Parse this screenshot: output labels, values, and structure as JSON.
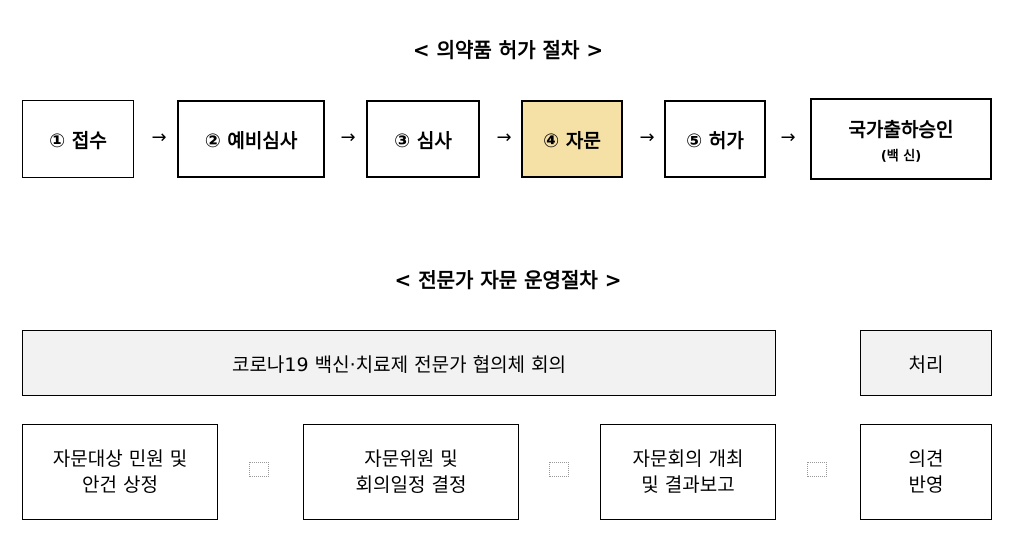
{
  "permit_procedure": {
    "title": "< 의약품 허가 절차 >",
    "steps": [
      {
        "label": "① 접수"
      },
      {
        "label": "② 예비심사"
      },
      {
        "label": "③ 심사"
      },
      {
        "label": "④ 자문"
      },
      {
        "label": "⑤ 허가"
      }
    ],
    "final_step": {
      "label": "국가출하승인",
      "sublabel": "(백 신)"
    },
    "arrow": "→",
    "highlight_color": "#f5e1a6"
  },
  "advisory_procedure": {
    "title": "< 전문가 자문 운영절차 >",
    "council_label": "코로나19 백신·치료제 전문가 협의체 회의",
    "processing_label": "처리",
    "stages": [
      {
        "line1": "자문대상 민원 및",
        "line2": "안건 상정"
      },
      {
        "line1": "자문위원 및",
        "line2": "회의일정 결정"
      },
      {
        "line1": "자문회의 개최",
        "line2": "및 결과보고"
      },
      {
        "line1": "의견",
        "line2": "반영"
      }
    ]
  }
}
